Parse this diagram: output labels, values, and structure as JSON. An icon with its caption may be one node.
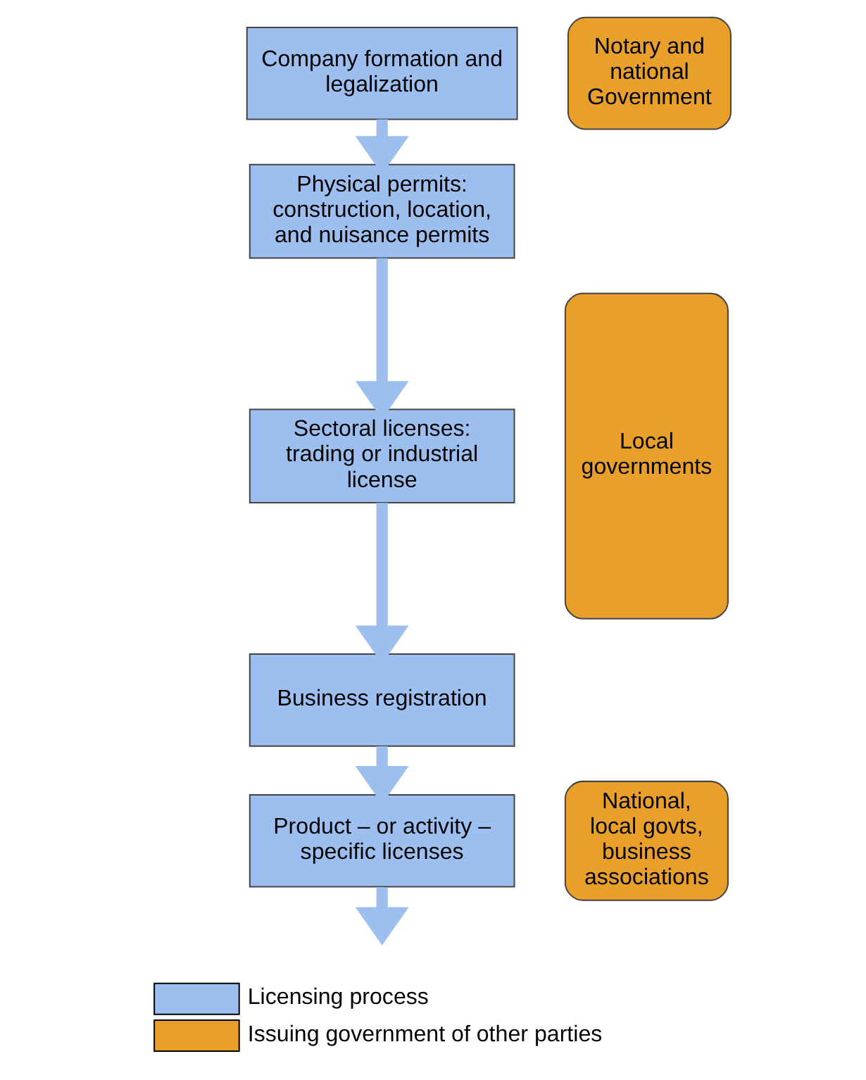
{
  "diagram": {
    "nodes": [
      {
        "text": [
          "Company formation and legalization"
        ]
      },
      {
        "text": [
          "Physical permits: construction, location, and nuisance permits"
        ]
      },
      {
        "text": [
          "Sectoral licenses: trading or industrial license"
        ]
      },
      {
        "text": [
          "Business registration"
        ]
      },
      {
        "text": [
          "Product – or activity – specific licenses"
        ]
      },
      {
        "text": [
          "Notary and national Government"
        ]
      },
      {
        "text": [
          "Local governments"
        ]
      },
      {
        "text": [
          "National, local govts, business associations"
        ]
      }
    ],
    "edges": [
      {
        "from": 0,
        "to": 1,
        "arrow": "to"
      },
      {
        "from": 1,
        "to": 2,
        "arrow": "to"
      },
      {
        "from": 2,
        "to": 3,
        "arrow": "to"
      },
      {
        "from": 3,
        "to": 4,
        "arrow": "to"
      },
      {
        "from": 4,
        "to": null,
        "arrow": "to"
      }
    ],
    "legend": [
      {
        "text": "Licensing process",
        "color": "#9dbfef"
      },
      {
        "text": "Issuing government of other parties",
        "color": "#e8a02a"
      }
    ]
  }
}
